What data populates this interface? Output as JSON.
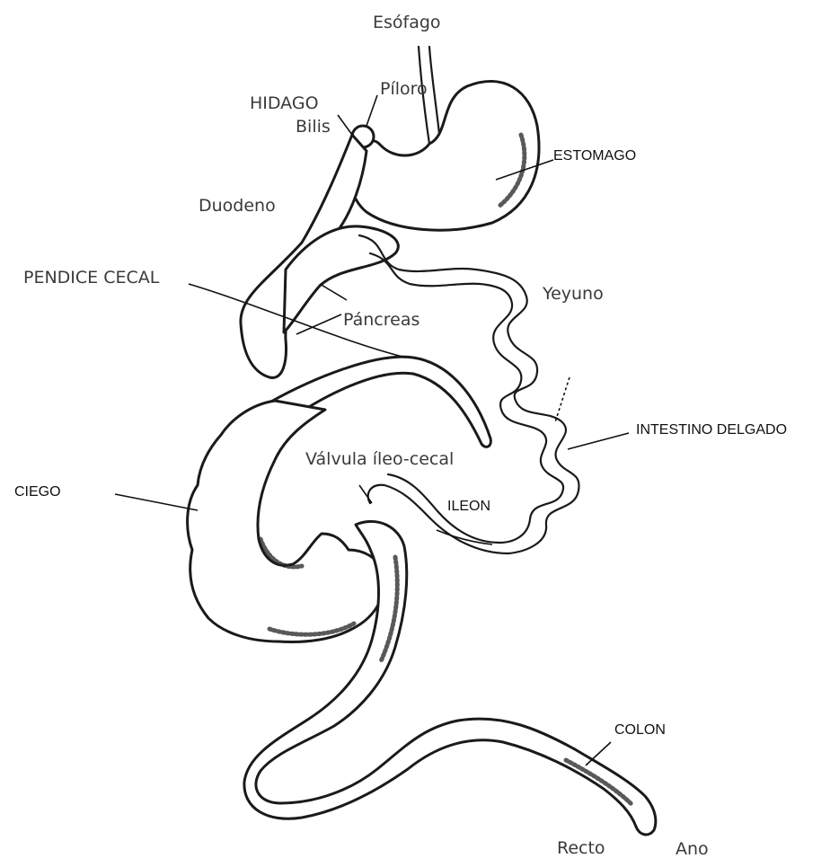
{
  "labels": {
    "esofago": "Esófago",
    "piloro": "Píloro",
    "hidago": "HIDAGO",
    "bilis": "Bilis",
    "estomago": "ESTOMAGO",
    "duodeno": "Duodeno",
    "pendice_cecal": "PENDICE CECAL",
    "yeyuno": "Yeyuno",
    "pancreas": "Páncreas",
    "intestino_delgado": "INTESTINO DELGADO",
    "valvula": "Válvula íleo-cecal",
    "ciego": "CIEGO",
    "ileon": "ILEON",
    "colon": "COLON",
    "recto": "Recto",
    "ano": "Ano"
  }
}
